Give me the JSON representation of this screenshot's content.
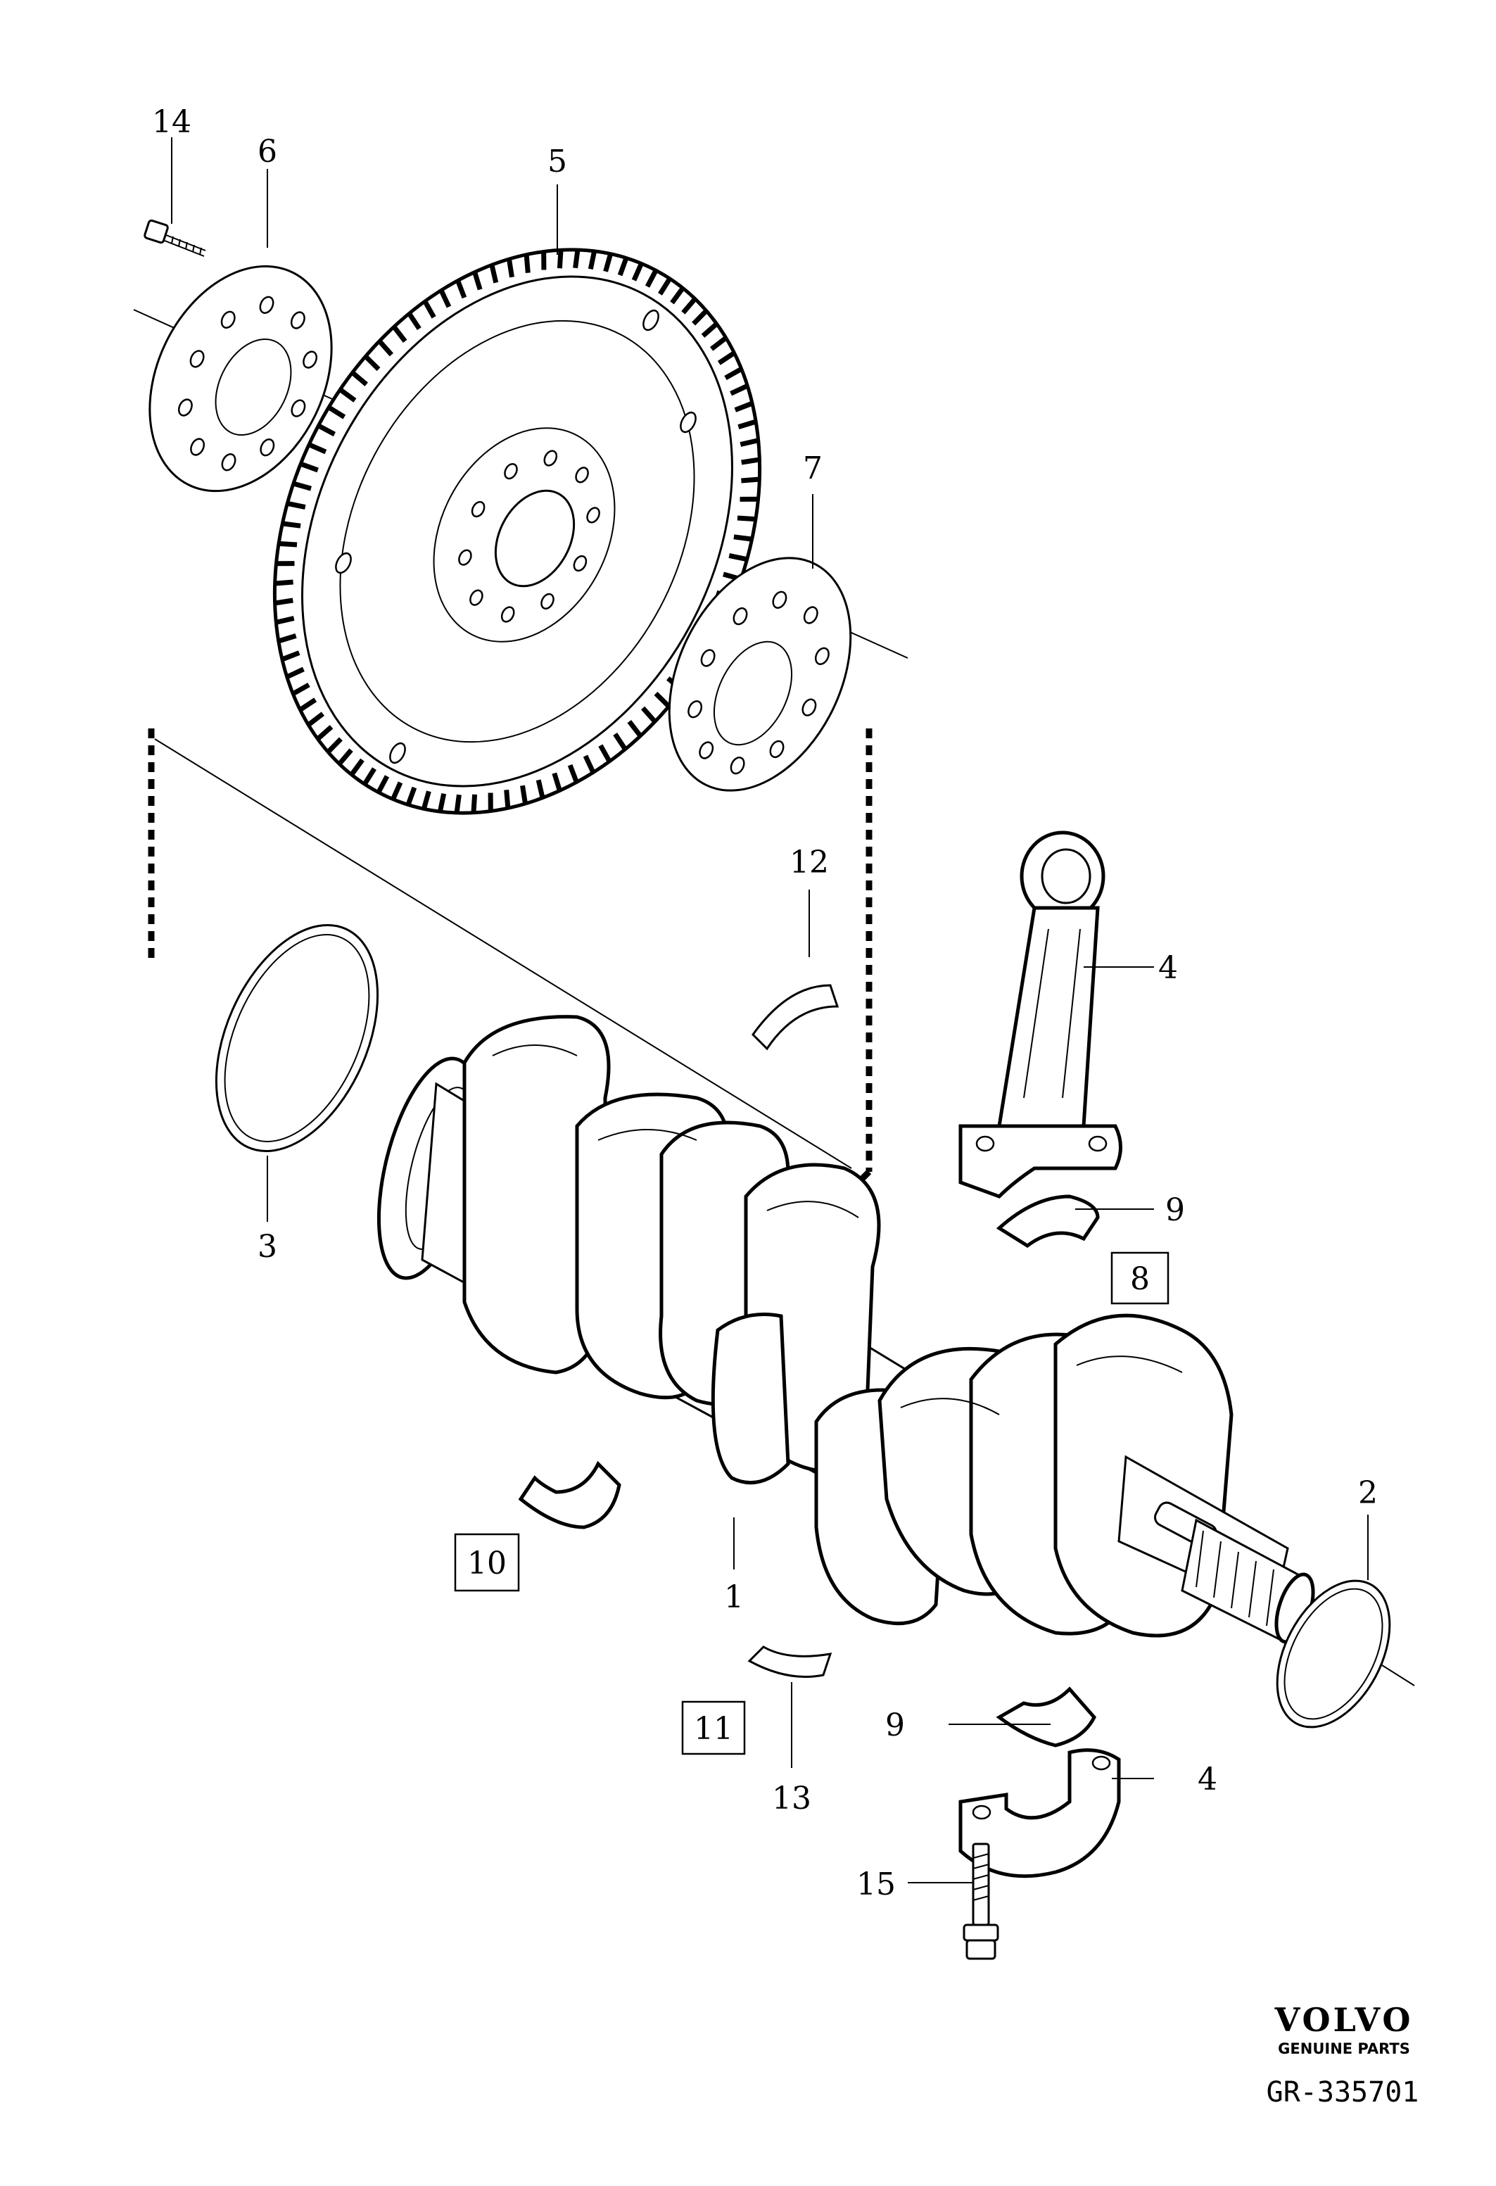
{
  "callouts": {
    "c1": "1",
    "c2": "2",
    "c3": "3",
    "c4a": "4",
    "c4b": "4",
    "c5": "5",
    "c6": "6",
    "c7": "7",
    "c8": "8",
    "c9a": "9",
    "c9b": "9",
    "c10": "10",
    "c11": "11",
    "c12": "12",
    "c13": "13",
    "c14": "14",
    "c15": "15"
  },
  "brand": {
    "logo": "VOLVO",
    "tagline": "GENUINE PARTS"
  },
  "figure_code": "GR-335701"
}
